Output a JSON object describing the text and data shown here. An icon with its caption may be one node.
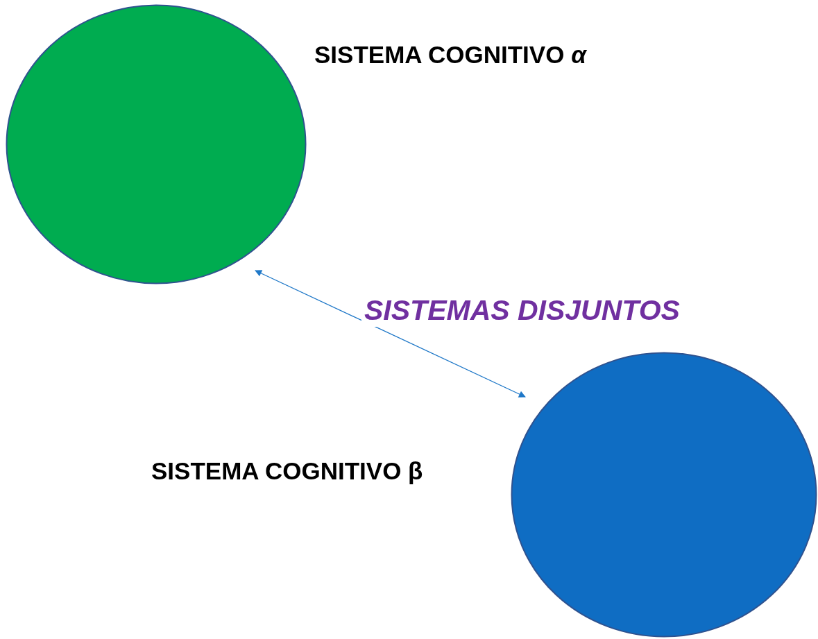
{
  "diagram": {
    "nodes": [
      {
        "text": [
          "SISTEMA COGNITIVO *α*"
        ]
      },
      {
        "text": [
          "SISTEMA COGNITIVO β"
        ]
      }
    ],
    "edges": [
      {
        "from": 0,
        "to": 1,
        "arrow": "both",
        "label": "SISTEMAS DISJUNTOS"
      }
    ]
  }
}
